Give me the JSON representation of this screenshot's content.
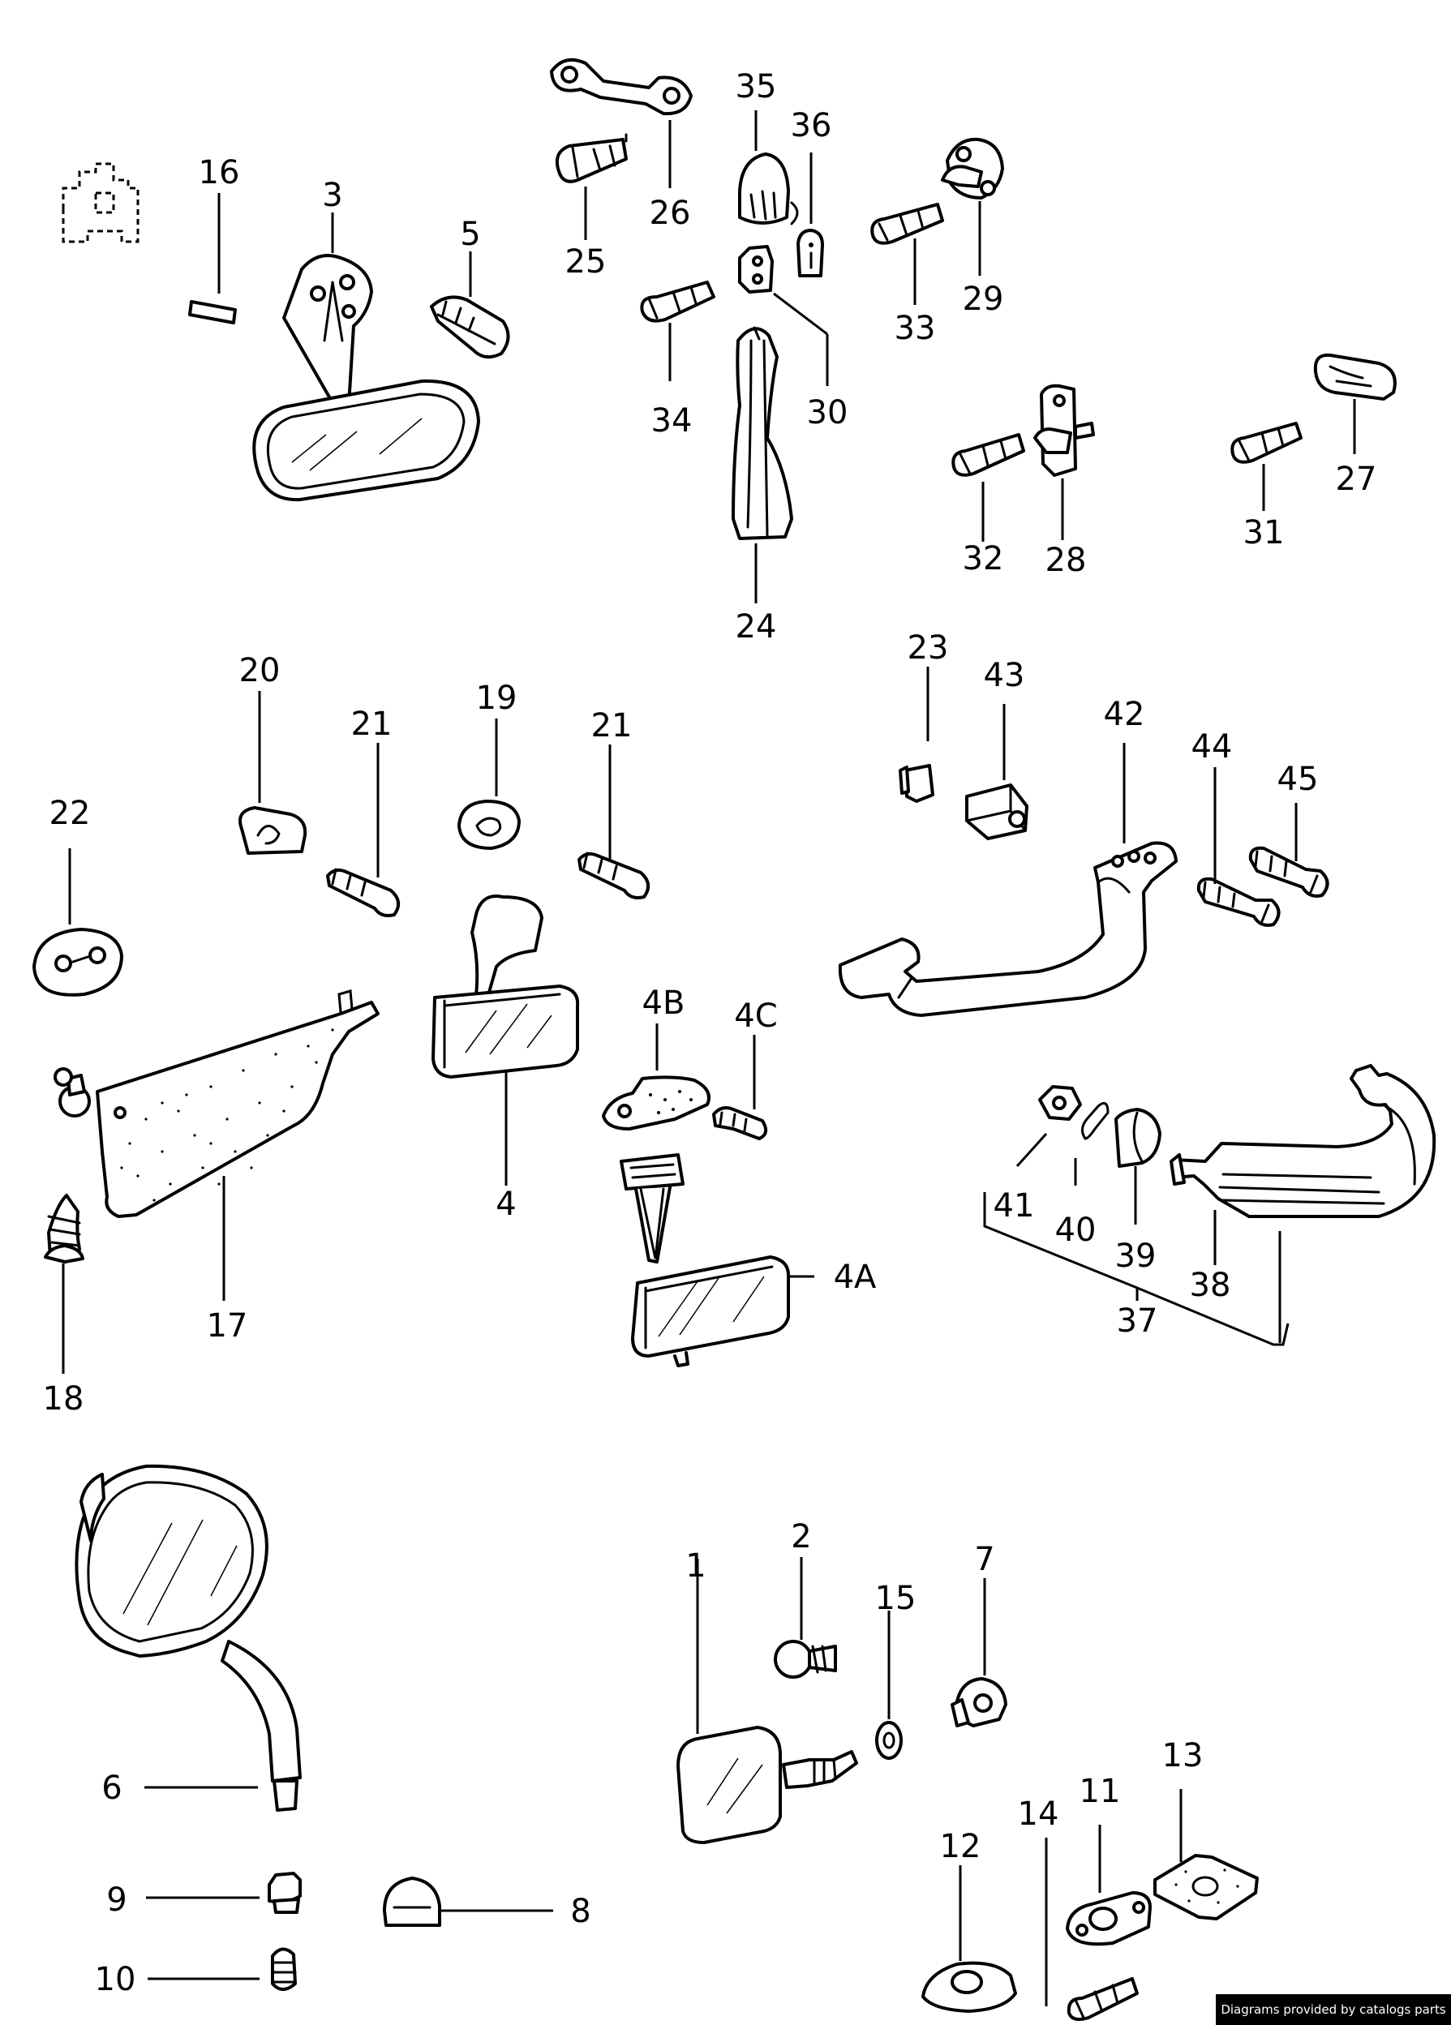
{
  "labels": {
    "p1": "1",
    "p2": "2",
    "p3": "3",
    "p4": "4",
    "p4a": "4A",
    "p4b": "4B",
    "p4c": "4C",
    "p5": "5",
    "p6": "6",
    "p7": "7",
    "p8": "8",
    "p9": "9",
    "p10": "10",
    "p11": "11",
    "p12": "12",
    "p13": "13",
    "p14": "14",
    "p15": "15",
    "p16": "16",
    "p17": "17",
    "p18": "18",
    "p19": "19",
    "p20": "20",
    "p21a": "21",
    "p21b": "21",
    "p22": "22",
    "p23": "23",
    "p24": "24",
    "p25": "25",
    "p26": "26",
    "p27": "27",
    "p28": "28",
    "p29": "29",
    "p30": "30",
    "p31": "31",
    "p32": "32",
    "p33": "33",
    "p34": "34",
    "p35": "35",
    "p36": "36",
    "p37": "37",
    "p38": "38",
    "p39": "39",
    "p40": "40",
    "p41": "41",
    "p42": "42",
    "p43": "43",
    "p44": "44",
    "p45": "45"
  },
  "credit": "Diagrams provided by catalogs parts"
}
